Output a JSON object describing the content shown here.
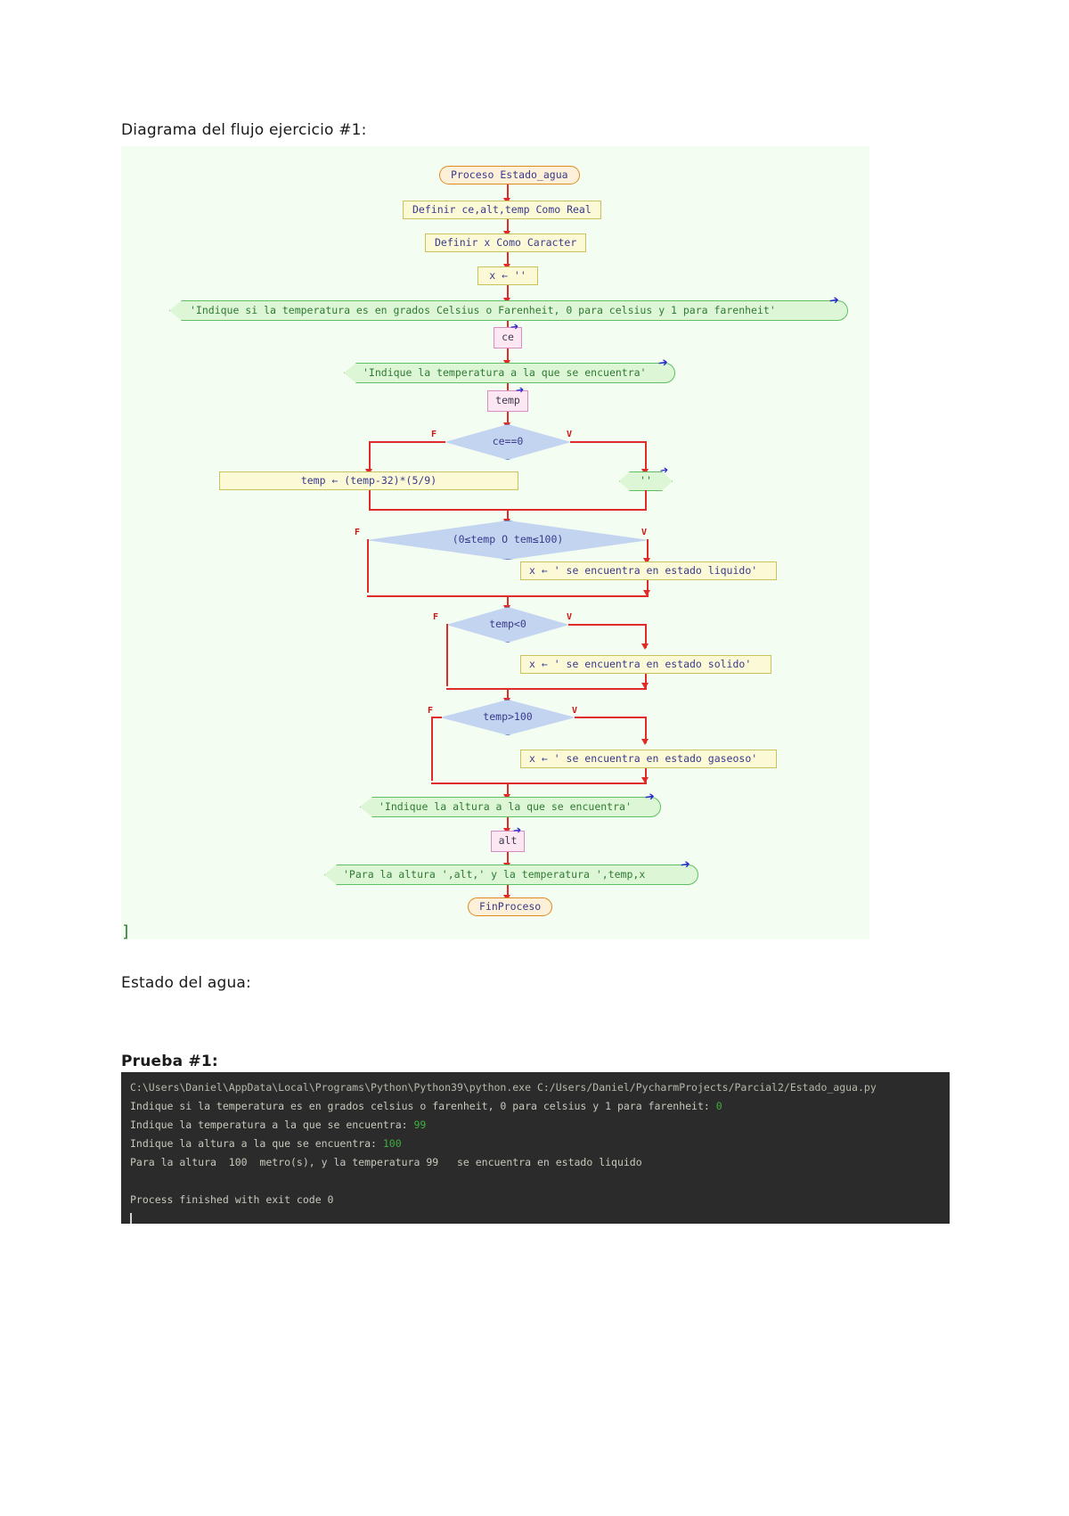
{
  "document": {
    "title_line": "Diagrama del flujo ejercicio #1:",
    "estado_line": "Estado del agua:",
    "prueba_line": "Prueba #1:",
    "trailing_bracket": "]"
  },
  "colors": {
    "canvas_bg": "#f4fdf1",
    "connector": "#e02b2b",
    "terminal_border": "#e08a1e",
    "process_border": "#c9c25a",
    "output_border": "#5fbf63",
    "input_border": "#d98cc0",
    "decision_fill": "#c3d4f0",
    "console_bg": "#2b2b2b",
    "console_value": "#3fae3f"
  },
  "flowchart": {
    "type": "flowchart",
    "tool": "PSeInt",
    "nodes": [
      {
        "id": "start",
        "kind": "terminal",
        "text": "Proceso Estado_agua"
      },
      {
        "id": "def1",
        "kind": "process",
        "text": "Definir ce,alt,temp Como Real"
      },
      {
        "id": "def2",
        "kind": "process",
        "text": "Definir x Como Caracter"
      },
      {
        "id": "assign_x",
        "kind": "process",
        "text": "x ← ''"
      },
      {
        "id": "out1",
        "kind": "output",
        "text": "'Indique si la temperatura es en grados Celsius o Farenheit, 0 para celsius y 1 para farenheit'"
      },
      {
        "id": "read_ce",
        "kind": "input",
        "text": "ce"
      },
      {
        "id": "out2",
        "kind": "output",
        "text": "'Indique la temperatura a la que se encuentra'"
      },
      {
        "id": "read_temp",
        "kind": "input",
        "text": "temp"
      },
      {
        "id": "dec_ce",
        "kind": "decision",
        "text": "ce==0"
      },
      {
        "id": "conv",
        "kind": "process",
        "text": "temp ← (temp-32)*(5/9)"
      },
      {
        "id": "empty_out",
        "kind": "output",
        "text": "''"
      },
      {
        "id": "dec_range",
        "kind": "decision",
        "text": "(0≤temp O tem≤100)"
      },
      {
        "id": "liq",
        "kind": "process",
        "text": "x ← ' se encuentra en estado liquido'"
      },
      {
        "id": "dec_lt0",
        "kind": "decision",
        "text": "temp<0"
      },
      {
        "id": "sol",
        "kind": "process",
        "text": "x ← ' se encuentra en estado solido'"
      },
      {
        "id": "dec_gt100",
        "kind": "decision",
        "text": "temp>100"
      },
      {
        "id": "gas",
        "kind": "process",
        "text": "x ← ' se encuentra en estado gaseoso'"
      },
      {
        "id": "out3",
        "kind": "output",
        "text": "'Indique la altura a la que se encuentra'"
      },
      {
        "id": "read_alt",
        "kind": "input",
        "text": "alt"
      },
      {
        "id": "out4",
        "kind": "output",
        "text": "'Para la altura ',alt,'  y la temperatura ',temp,x"
      },
      {
        "id": "end",
        "kind": "terminal",
        "text": "FinProceso"
      }
    ],
    "branch_labels": {
      "false": "F",
      "true": "V"
    }
  },
  "console": {
    "command": "C:\\Users\\Daniel\\AppData\\Local\\Programs\\Python\\Python39\\python.exe C:/Users/Daniel/PycharmProjects/Parcial2/Estado_agua.py",
    "lines": [
      {
        "prompt": "Indique si la temperatura es en grados celsius o farenheit, 0 para celsius y 1 para farenheit: ",
        "value": "0"
      },
      {
        "prompt": "Indique la temperatura a la que se encuentra: ",
        "value": "99"
      },
      {
        "prompt": "Indique la altura a la que se encuentra: ",
        "value": "100"
      }
    ],
    "result": "Para la altura  100  metro(s), y la temperatura 99   se encuentra en estado liquido",
    "exit_line": "Process finished with exit code 0"
  }
}
